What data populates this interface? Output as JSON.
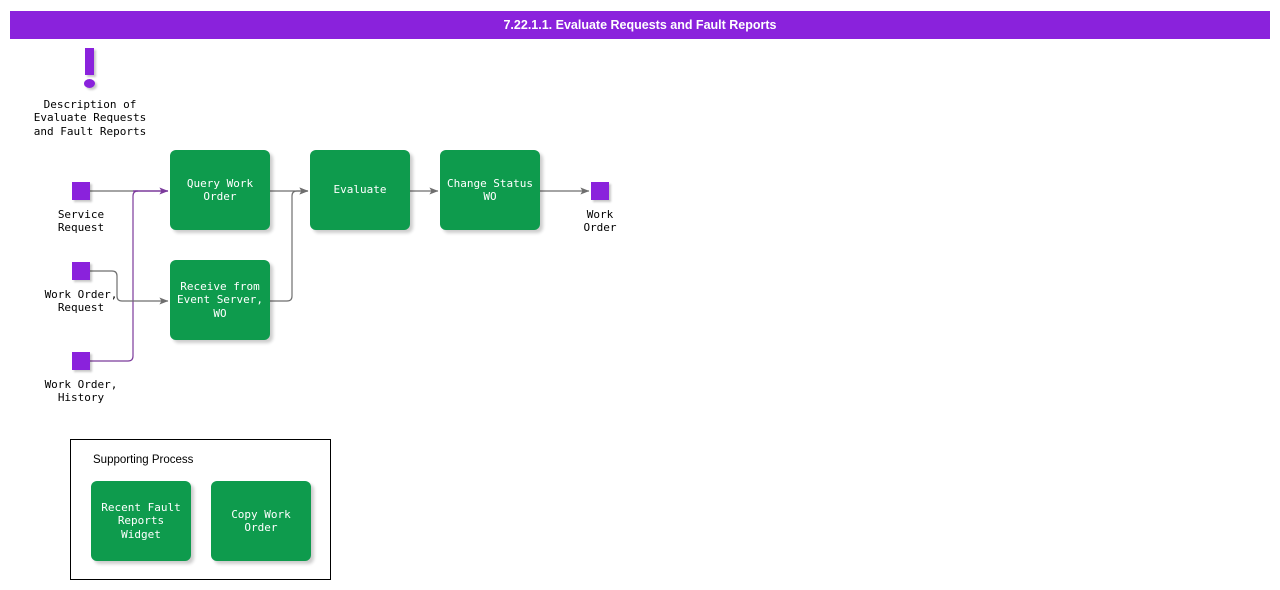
{
  "header": {
    "title": "7.22.1.1. Evaluate Requests and Fault Reports",
    "background_color": "#8A22DC",
    "text_color": "#FFFFFF"
  },
  "colors": {
    "process_green": "#0E9B4D",
    "data_purple": "#8A22DC",
    "connector_gray": "#6E6E6E",
    "connector_purple": "#7B3A9B",
    "panel_border": "#000000"
  },
  "description": {
    "icon": "exclamation-icon",
    "label": "Description of\nEvaluate Requests\nand Fault Reports"
  },
  "inputs": [
    {
      "id": "service-request",
      "label": "Service\nRequest"
    },
    {
      "id": "work-order-request",
      "label": "Work Order,\nRequest"
    },
    {
      "id": "work-order-history",
      "label": "Work Order,\nHistory"
    }
  ],
  "outputs": [
    {
      "id": "work-order",
      "label": "Work\nOrder"
    }
  ],
  "processes": [
    {
      "id": "query-work-order",
      "label": "Query Work\nOrder"
    },
    {
      "id": "receive-from-event-server-wo",
      "label": "Receive from\nEvent Server,\nWO"
    },
    {
      "id": "evaluate",
      "label": "Evaluate"
    },
    {
      "id": "change-status-wo",
      "label": "Change Status\nWO"
    }
  ],
  "supporting_process": {
    "title": "Supporting Process",
    "items": [
      {
        "id": "recent-fault-reports-widget",
        "label": "Recent Fault\nReports Widget"
      },
      {
        "id": "copy-work-order",
        "label": "Copy Work\nOrder"
      }
    ]
  },
  "connections": [
    {
      "from": "service-request",
      "to": "query-work-order",
      "color": "gray"
    },
    {
      "from": "work-order-history",
      "to": "query-work-order",
      "color": "purple"
    },
    {
      "from": "work-order-request",
      "to": "receive-from-event-server-wo",
      "color": "gray"
    },
    {
      "from": "query-work-order",
      "to": "evaluate",
      "color": "gray"
    },
    {
      "from": "receive-from-event-server-wo",
      "to": "evaluate",
      "color": "gray"
    },
    {
      "from": "evaluate",
      "to": "change-status-wo",
      "color": "gray"
    },
    {
      "from": "change-status-wo",
      "to": "work-order",
      "color": "gray"
    }
  ]
}
